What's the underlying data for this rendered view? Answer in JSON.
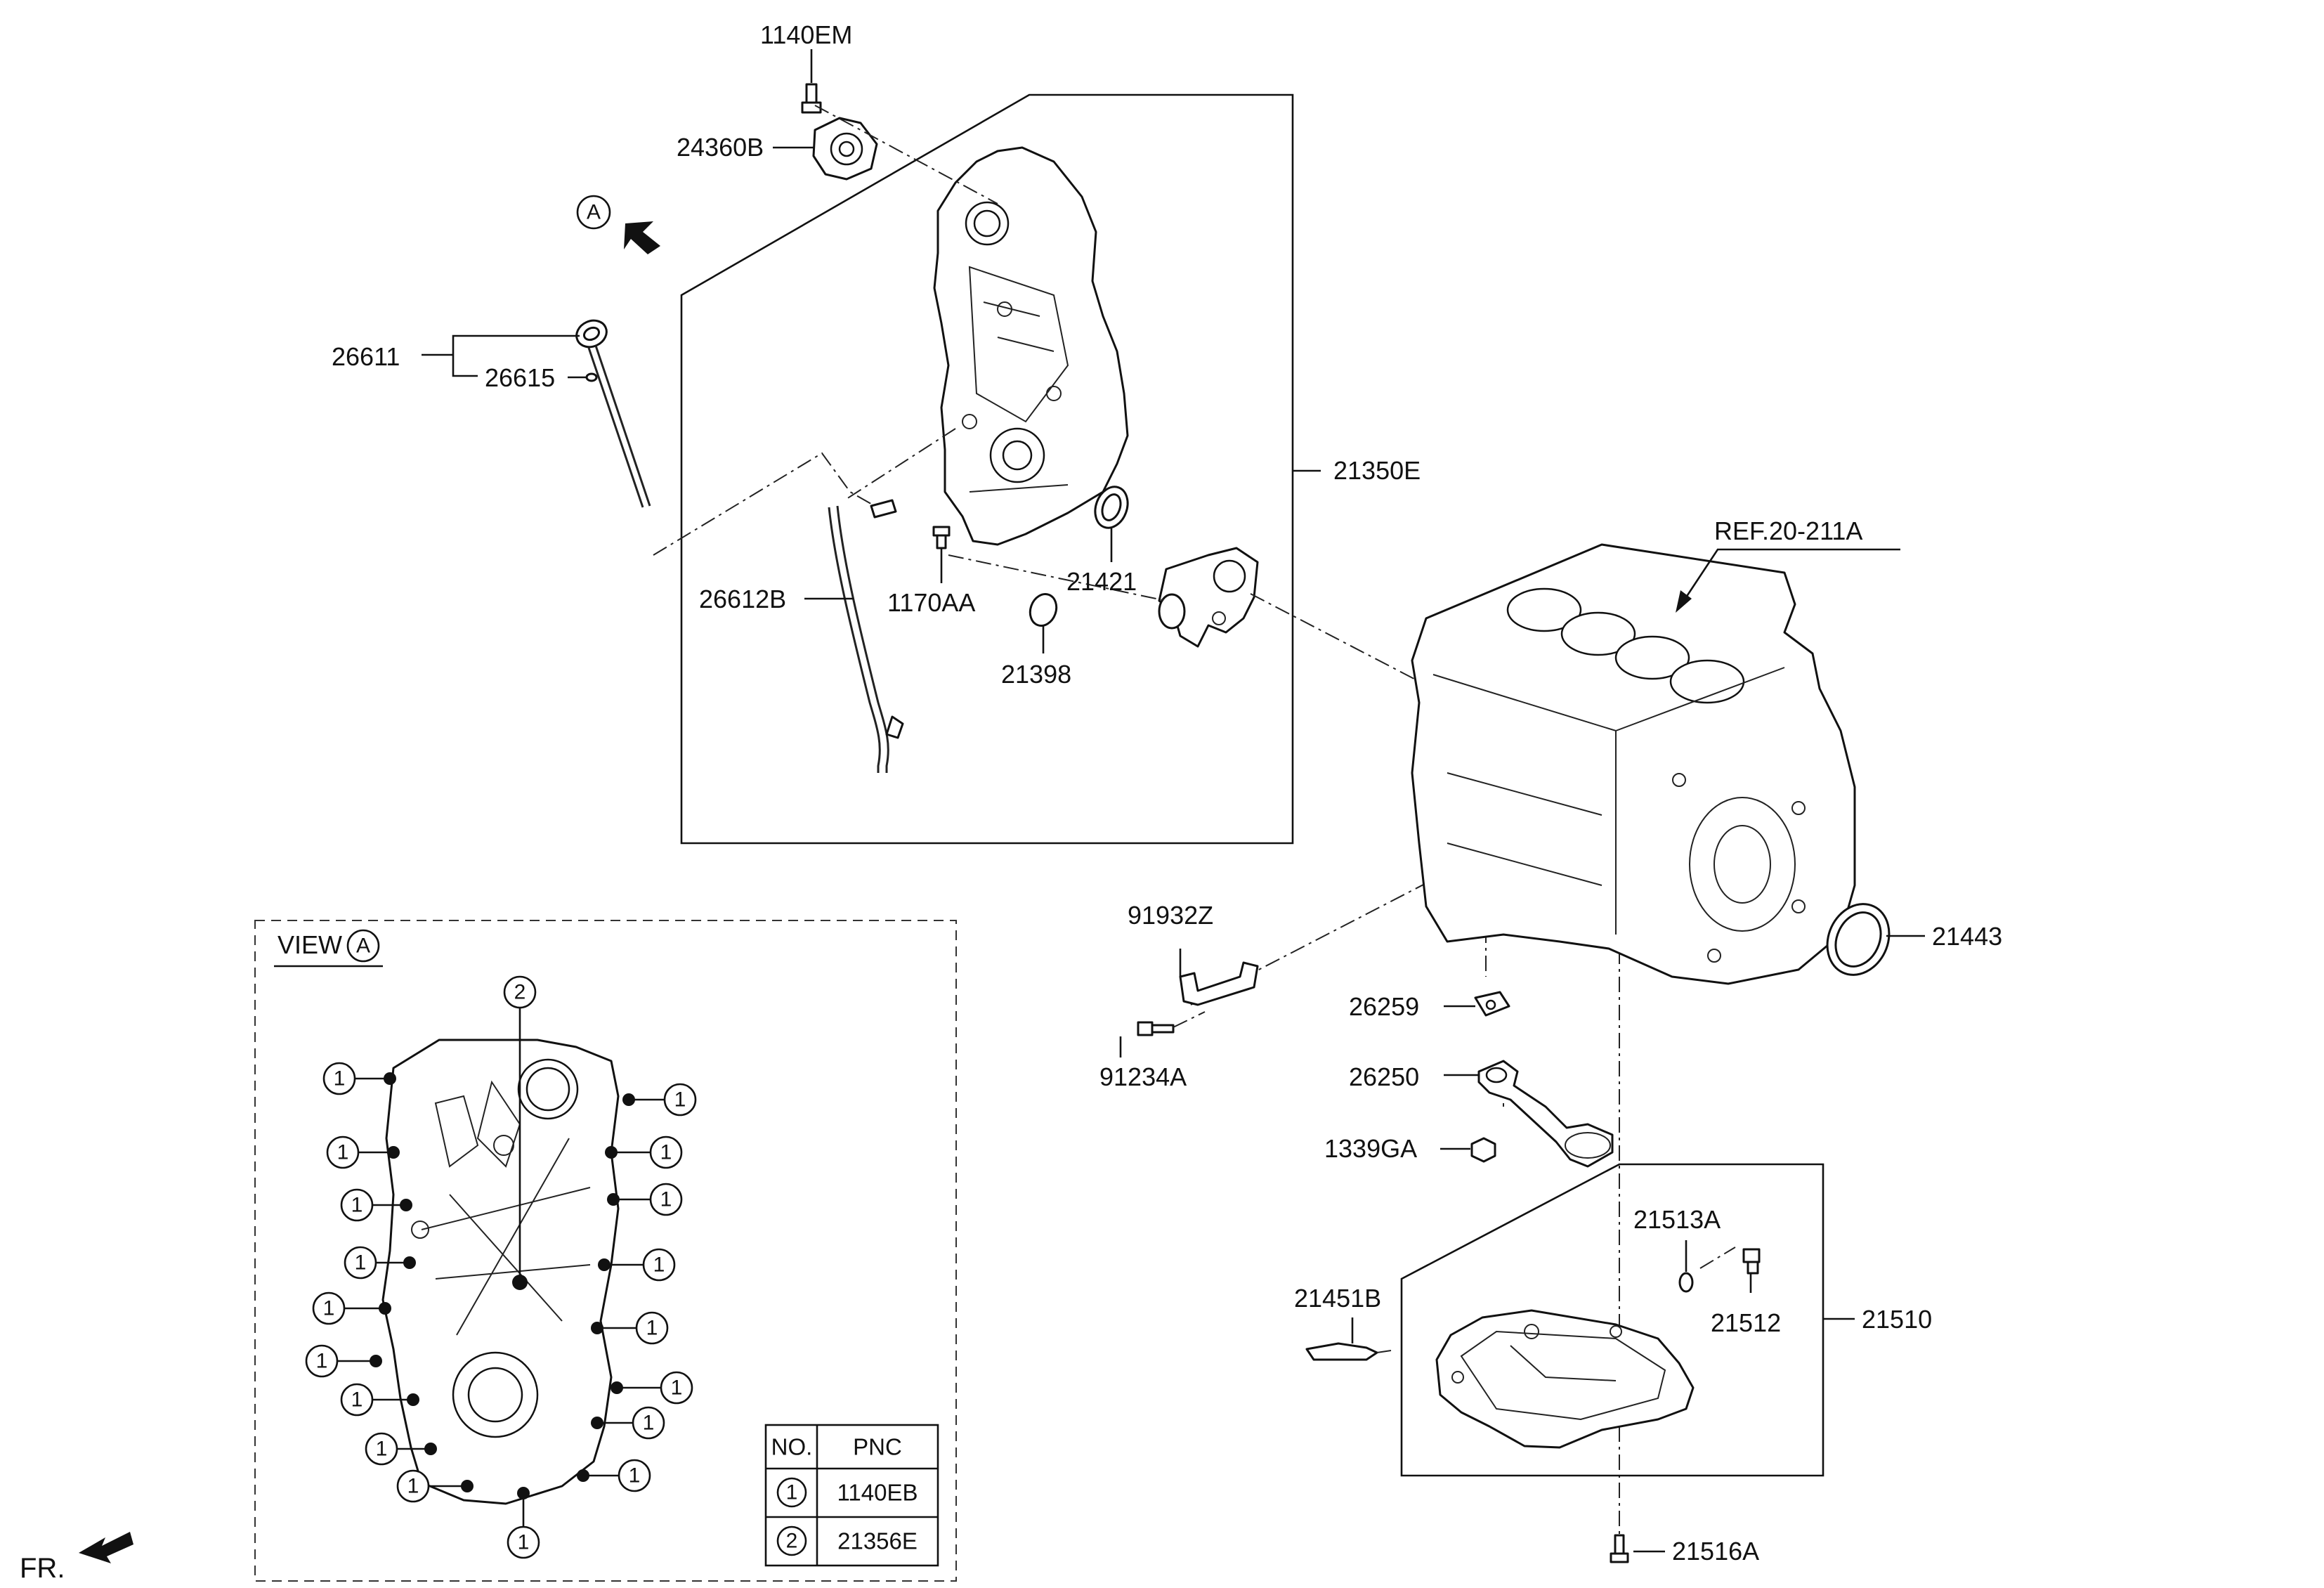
{
  "part_labels": {
    "l1140EM": "1140EM",
    "l24360B": "24360B",
    "l26611": "26611",
    "l26615": "26615",
    "l21350E": "21350E",
    "l26612B": "26612B",
    "l1170AA": "1170AA",
    "l21421": "21421",
    "l21398": "21398",
    "lREF": "REF.20-211A",
    "l91932Z": "91932Z",
    "l21443": "21443",
    "l26259": "26259",
    "l91234A": "91234A",
    "l26250": "26250",
    "l1339GA": "1339GA",
    "l21513A": "21513A",
    "l21451B": "21451B",
    "l21510": "21510",
    "l21512": "21512",
    "l21516A": "21516A"
  },
  "view_marker": {
    "letter": "A"
  },
  "view_a": {
    "title": "VIEW",
    "letter": "A",
    "callout_1": "1",
    "callout_2": "2"
  },
  "pnc_table": {
    "header_no": "NO.",
    "header_pnc": "PNC",
    "rows": [
      {
        "no": "1",
        "pnc": "1140EB"
      },
      {
        "no": "2",
        "pnc": "21356E"
      }
    ]
  },
  "front_label": "FR."
}
